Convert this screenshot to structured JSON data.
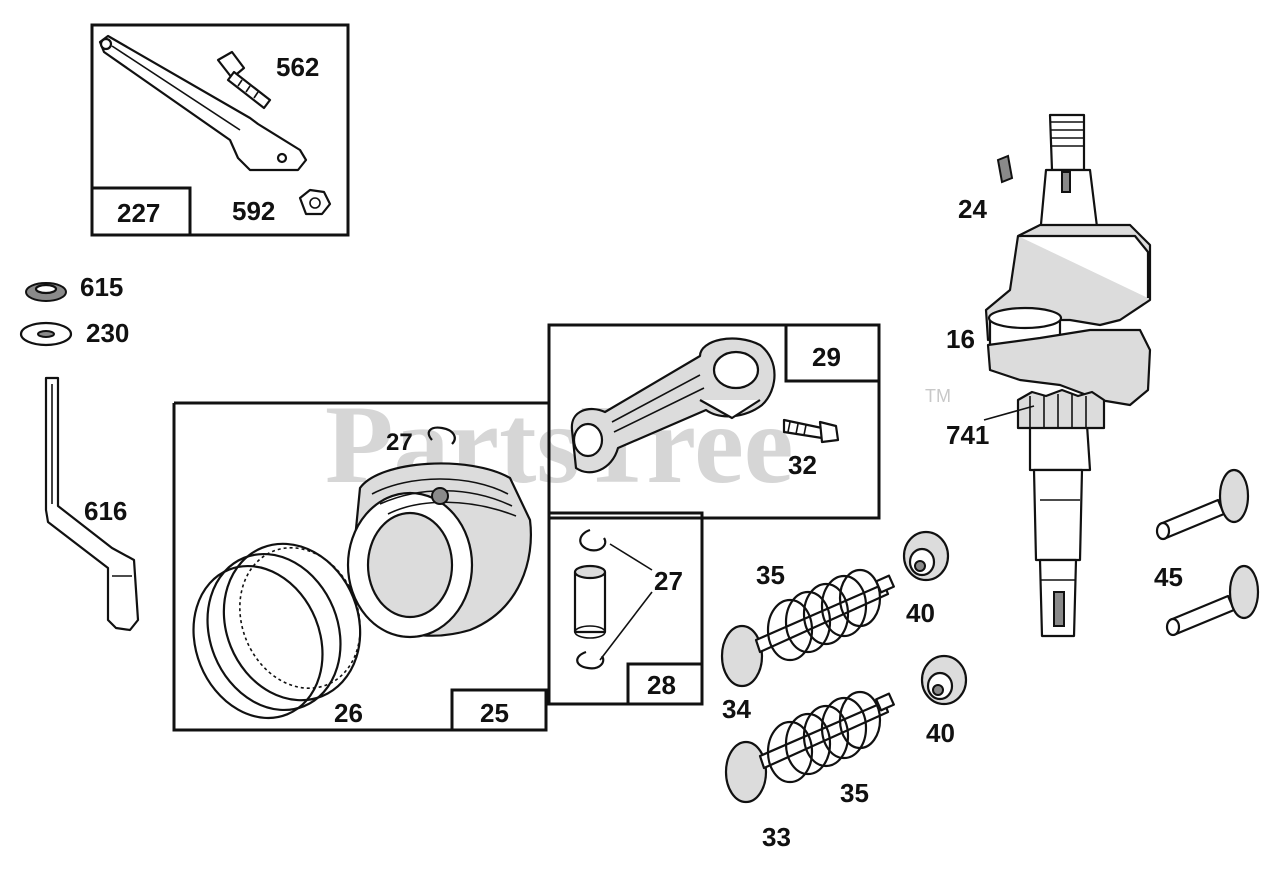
{
  "watermark": {
    "text": "PartsTree",
    "trademark": "TM"
  },
  "groups": [
    {
      "id": "227",
      "label": "227"
    },
    {
      "id": "25",
      "label": "25"
    },
    {
      "id": "28",
      "label": "28"
    },
    {
      "id": "29",
      "label": "29"
    }
  ],
  "callouts": {
    "p562": "562",
    "p592": "592",
    "p615": "615",
    "p230": "230",
    "p616": "616",
    "p27a": "27",
    "p26": "26",
    "p27b": "27",
    "p32": "32",
    "p24": "24",
    "p16": "16",
    "p741": "741",
    "p35a": "35",
    "p40a": "40",
    "p34": "34",
    "p40b": "40",
    "p35b": "35",
    "p33": "33",
    "p45": "45"
  },
  "colors": {
    "ink": "#111111",
    "watermark": "#d6d6d6",
    "background": "#ffffff"
  }
}
